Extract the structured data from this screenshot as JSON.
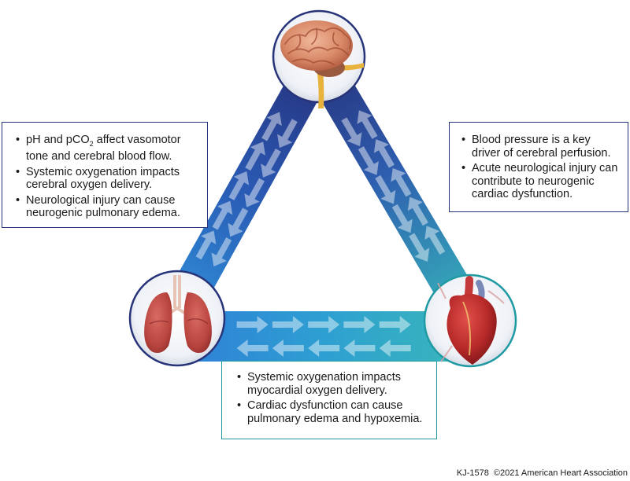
{
  "left_box": {
    "items": [
      {
        "pre": "pH and pCO",
        "sub": "2",
        "post": " affect vasomotor tone and cerebral blood flow."
      },
      {
        "pre": "Systemic oxygenation impacts cerebral oxygen delivery.",
        "sub": "",
        "post": ""
      },
      {
        "pre": "Neurological injury can cause neurogenic pulmonary edema.",
        "sub": "",
        "post": ""
      }
    ]
  },
  "right_box": {
    "items": [
      "Blood pressure is a key driver of cerebral perfusion.",
      "Acute neurological injury can contribute to neurogenic cardiac dysfunction."
    ]
  },
  "bottom_box": {
    "items": [
      "Systemic oxygenation impacts myocardial oxygen delivery.",
      "Cardiac dysfunction can cause pulmonary edema and hypoxemia."
    ]
  },
  "nodes": {
    "brain": {
      "icon": "brain-icon"
    },
    "lungs": {
      "icon": "lungs-icon"
    },
    "heart": {
      "icon": "heart-icon"
    }
  },
  "colors": {
    "band_dark": "#27347a",
    "band_mid": "#2b6bc4",
    "band_teal": "#2fa8b3",
    "box_border_blue": "#27347a",
    "box_border_teal": "#1f9aa3"
  },
  "footer": {
    "code": "KJ-1578",
    "copyright": "©2021 American Heart Association"
  }
}
